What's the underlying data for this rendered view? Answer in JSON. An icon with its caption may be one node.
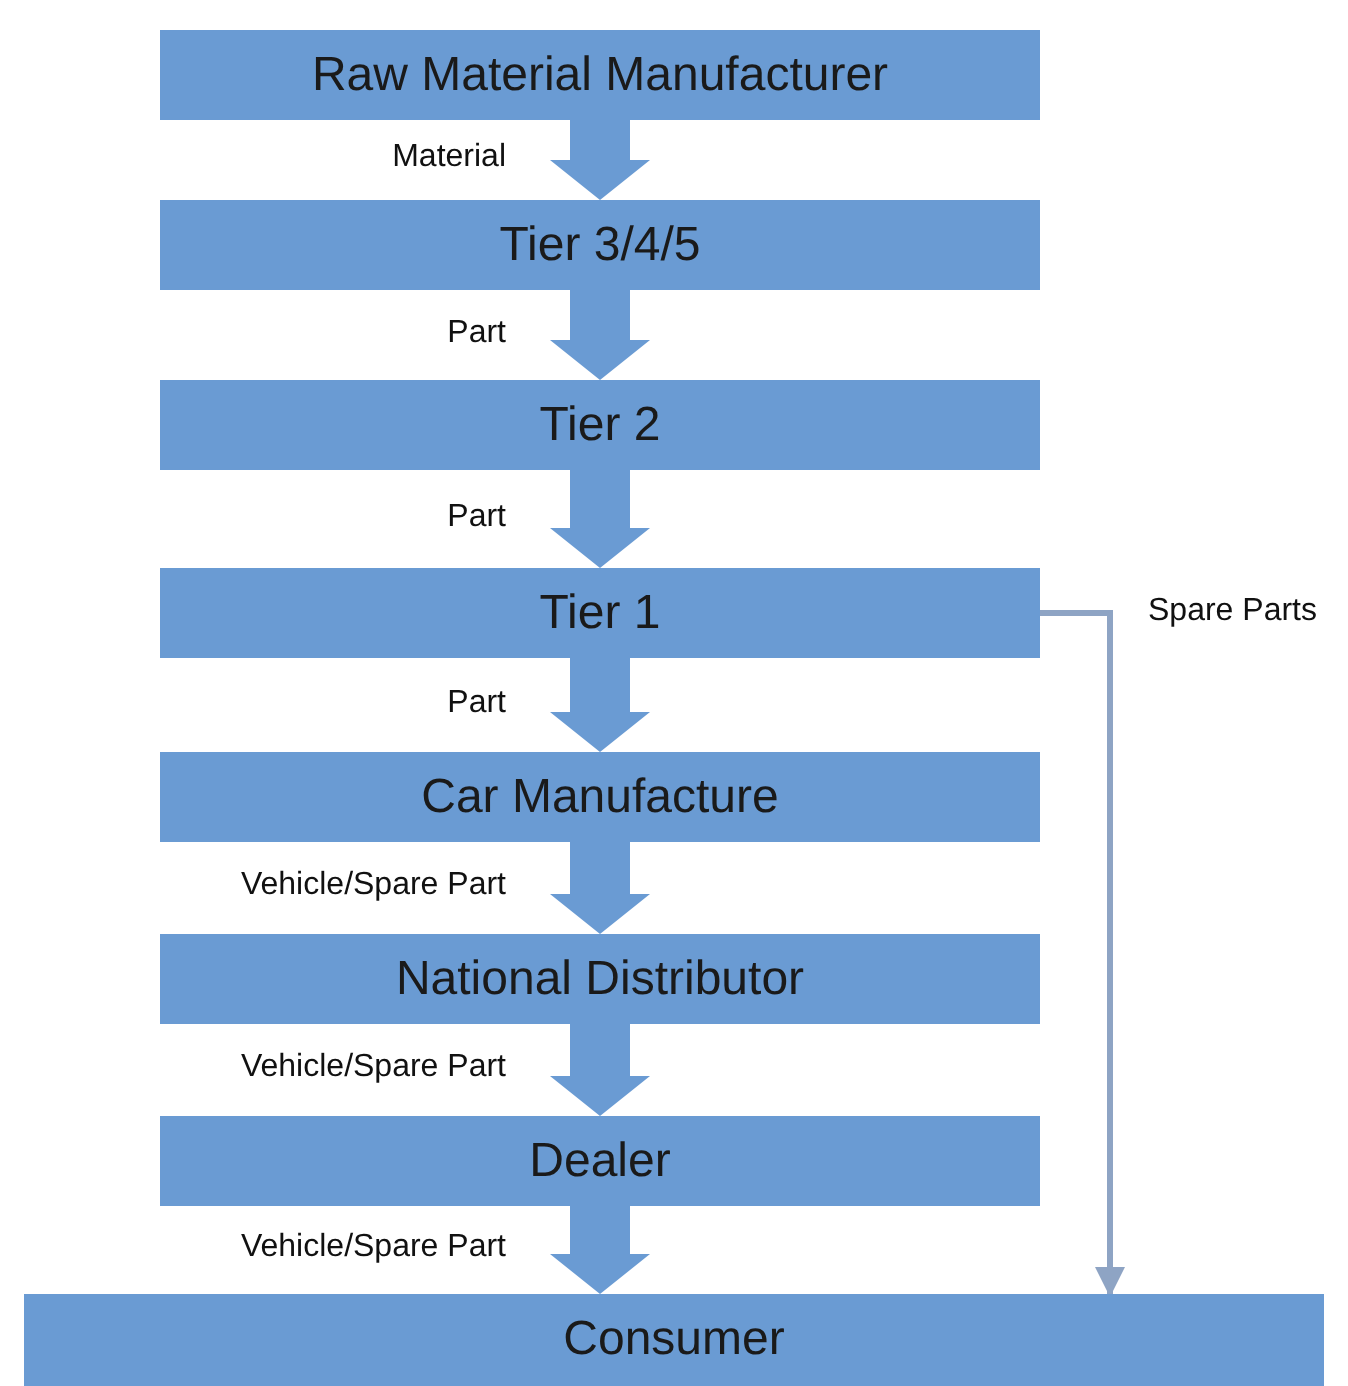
{
  "diagram": {
    "nodes": [
      {
        "text": [
          "Raw Material Manufacturer"
        ]
      },
      {
        "text": [
          "Tier 3/4/5"
        ]
      },
      {
        "text": [
          "Tier 2"
        ]
      },
      {
        "text": [
          "Tier 1"
        ]
      },
      {
        "text": [
          "Car Manufacture"
        ]
      },
      {
        "text": [
          "National Distributor"
        ]
      },
      {
        "text": [
          "Dealer"
        ]
      },
      {
        "text": [
          "Consumer"
        ]
      }
    ],
    "edges": [
      {
        "from": 0,
        "to": 1,
        "arrow": "to",
        "label": "Material"
      },
      {
        "from": 1,
        "to": 2,
        "arrow": "to",
        "label": "Part"
      },
      {
        "from": 2,
        "to": 3,
        "arrow": "to",
        "label": "Part"
      },
      {
        "from": 3,
        "to": 4,
        "arrow": "to",
        "label": "Part"
      },
      {
        "from": 4,
        "to": 5,
        "arrow": "to",
        "label": "Vehicle/Spare Part"
      },
      {
        "from": 5,
        "to": 6,
        "arrow": "to",
        "label": "Vehicle/Spare Part"
      },
      {
        "from": 6,
        "to": 7,
        "arrow": "to",
        "label": "Vehicle/Spare Part"
      },
      {
        "from": 3,
        "to": 7,
        "arrow": "to",
        "label": "Spare Parts",
        "color": "#8ea4c4"
      }
    ]
  }
}
